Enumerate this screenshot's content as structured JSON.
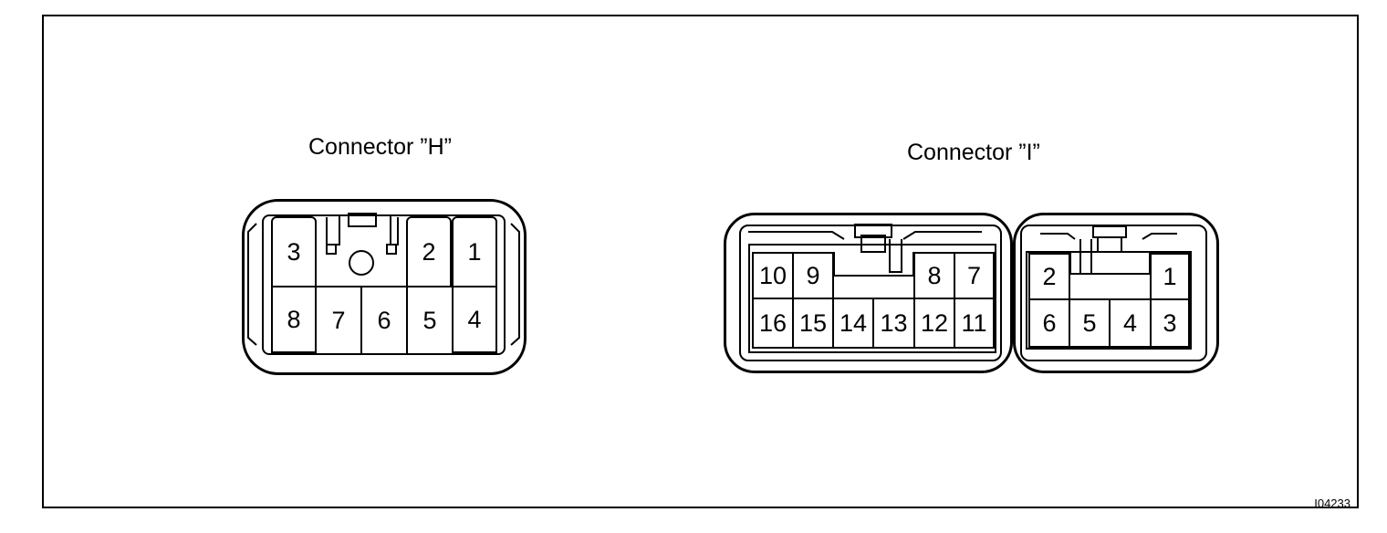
{
  "connector_h": {
    "title": "Connector ”H”",
    "pins": [
      "1",
      "2",
      "3",
      "4",
      "5",
      "6",
      "7",
      "8"
    ]
  },
  "connector_i": {
    "title": "Connector ”I”",
    "pins": [
      "1",
      "2",
      "3",
      "4",
      "5",
      "6",
      "7",
      "8",
      "9",
      "10",
      "11",
      "12",
      "13",
      "14",
      "15",
      "16"
    ]
  },
  "figure_code": "I04233"
}
